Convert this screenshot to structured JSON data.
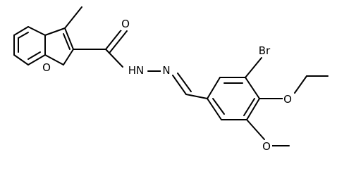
{
  "molecule": {
    "labels": {
      "oxygen_carbonyl": "O",
      "oxygen_furan": "O",
      "nitrogen_hydrazide": "HN",
      "nitrogen_imine": "N",
      "bromine": "Br",
      "oxygen_ethoxy": "O",
      "oxygen_methoxy": "O"
    }
  },
  "colors": {
    "bond": "#000000",
    "label": "#000000",
    "background": "#ffffff"
  }
}
